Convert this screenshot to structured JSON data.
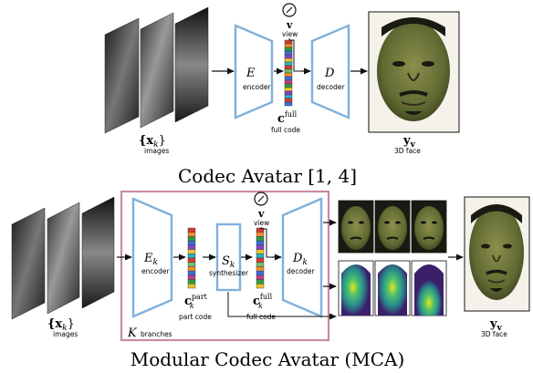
{
  "codec_avatar": {
    "title": "Codec Avatar [1, 4]",
    "images_symbol": "{x",
    "images_subscript": "k",
    "images_close": "}",
    "images_label": "images",
    "encoder_symbol": "E",
    "encoder_label": "encoder",
    "decoder_symbol": "D",
    "decoder_label": "decoder",
    "view_symbol": "v",
    "view_label": "view",
    "code_symbol": "c",
    "code_superscript": "full",
    "code_label": "full code",
    "face_symbol": "y",
    "face_subscript": "v",
    "face_label": "3D face"
  },
  "modular_codec_avatar": {
    "title": "Modular Codec Avatar (MCA)",
    "images_symbol": "{x",
    "images_subscript": "k",
    "images_close": "}",
    "images_label": "images",
    "encoder_symbol": "E",
    "encoder_subscript": "k",
    "encoder_label": "encoder",
    "part_code_symbol": "c",
    "part_code_subscript": "k",
    "part_code_superscript": "part",
    "part_code_label": "part code",
    "synthesizer_symbol": "S",
    "synthesizer_subscript": "k",
    "synthesizer_label": "synthesizer",
    "view_symbol": "v",
    "view_label": "view",
    "full_code_symbol": "c",
    "full_code_subscript": "k",
    "full_code_superscript": "full",
    "full_code_label": "full code",
    "decoder_symbol": "D",
    "decoder_subscript": "k",
    "decoder_label": "decoder",
    "branches_symbol": "K",
    "branches_label": "branches",
    "face_symbol": "y",
    "face_subscript": "v",
    "face_label": "3D face"
  },
  "colors": {
    "module_stroke": "#7fb0dc",
    "module_fill": "#ffffff",
    "branch_box": "#c98aa8",
    "arrow": "#111111",
    "face_skin": "#6a7a3e",
    "heatmap_low": "#3b1f6b",
    "heatmap_high": "#e7e419"
  },
  "code_bar_colors": [
    "#d63b2f",
    "#f08c2a",
    "#2f9a45",
    "#3a6fd8",
    "#8a3fc2",
    "#e8c52b",
    "#2bb2c2",
    "#d63b2f",
    "#6bc16b",
    "#f08c2a",
    "#3a6fd8",
    "#c23f8a",
    "#2f9a45",
    "#e8c52b",
    "#8a3fc2",
    "#2bb2c2",
    "#d63b2f",
    "#3a6fd8"
  ]
}
